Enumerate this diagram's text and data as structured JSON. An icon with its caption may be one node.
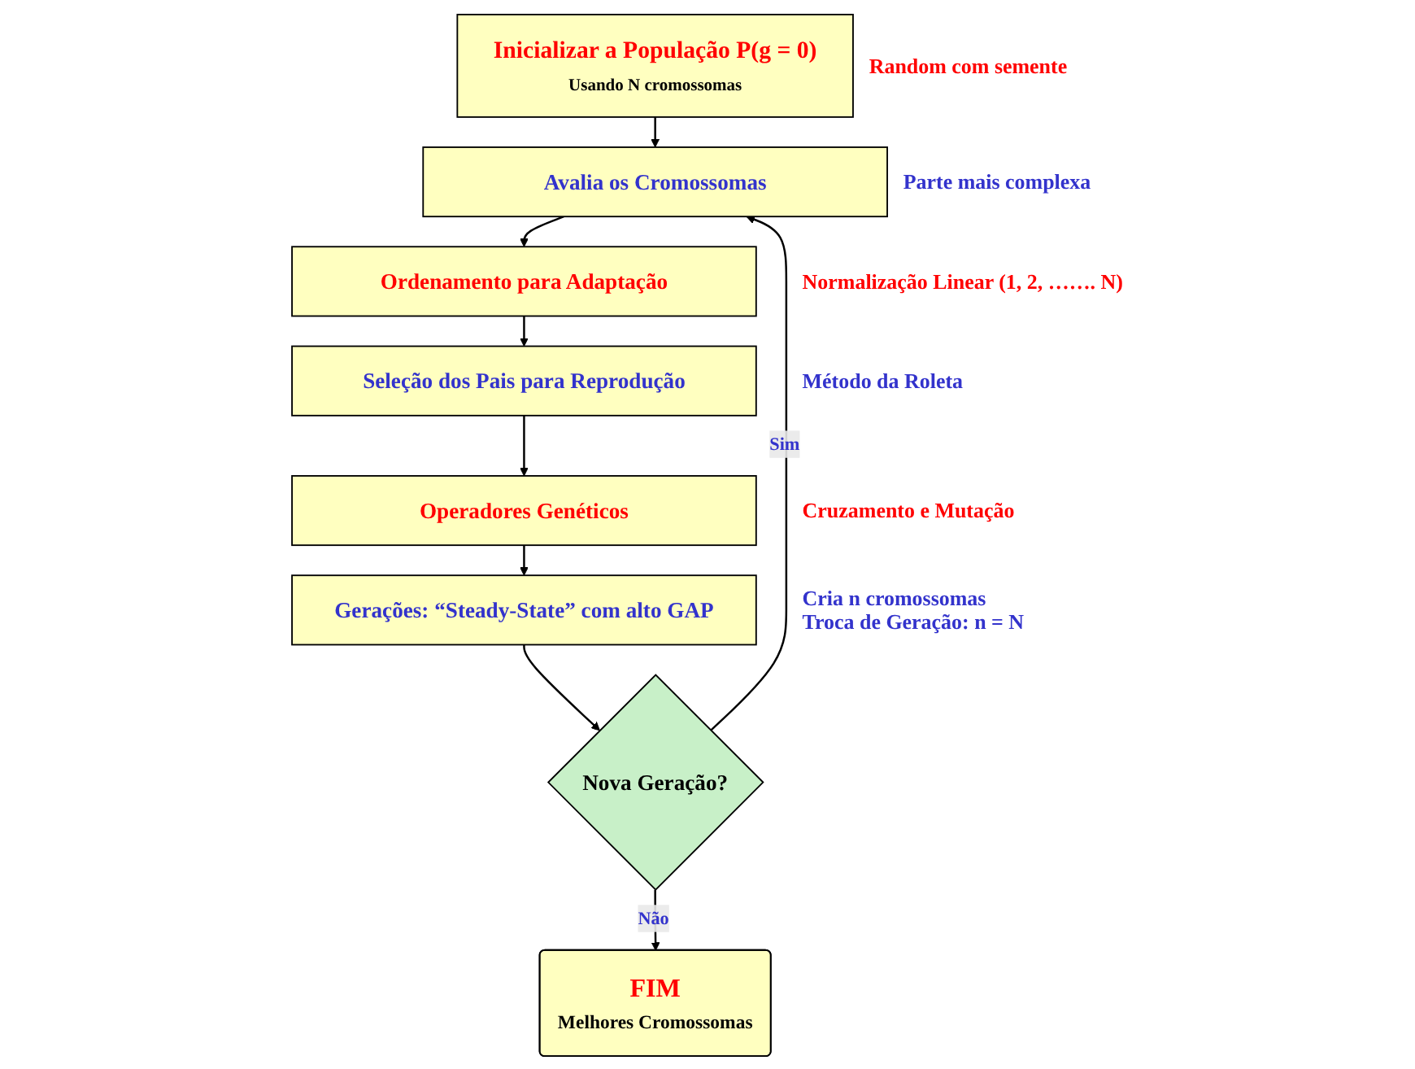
{
  "diagram": {
    "nodes": [
      {
        "text": [
          "Inicializar a População P(g = 0)",
          "Usando N cromossomas"
        ],
        "beside": [
          "Random com semente"
        ]
      },
      {
        "text": [
          "Avalia os Cromossomas"
        ],
        "beside": [
          "Parte mais complexa"
        ]
      },
      {
        "text": [
          "Ordenamento para Adaptação"
        ],
        "beside": [
          "Normalização Linear (1, 2, ……. N)"
        ]
      },
      {
        "text": [
          "Seleção dos Pais para Reprodução"
        ],
        "beside": [
          "Método da Roleta"
        ]
      },
      {
        "text": [
          "Operadores Genéticos"
        ],
        "beside": [
          "Cruzamento e Mutação"
        ]
      },
      {
        "text": [
          "Gerações: “Steady-State” com alto GAP"
        ],
        "beside": [
          "Cria n cromossomas",
          "Troca de Geração: n = N"
        ]
      },
      {
        "text": [
          "Nova Geração?"
        ]
      },
      {
        "text": [
          "FIM",
          "Melhores Cromossomas"
        ]
      }
    ],
    "edges": [
      {
        "from": 0,
        "to": 1,
        "arrow": "to"
      },
      {
        "from": 1,
        "to": 2,
        "arrow": "to"
      },
      {
        "from": 2,
        "to": 3,
        "arrow": "to"
      },
      {
        "from": 3,
        "to": 4,
        "arrow": "to"
      },
      {
        "from": 4,
        "to": 5,
        "arrow": "to"
      },
      {
        "from": 5,
        "to": 6,
        "arrow": "to"
      },
      {
        "from": 6,
        "to": 1,
        "label": "Sim",
        "arrow": "to"
      },
      {
        "from": 6,
        "to": 7,
        "label": "Não",
        "arrow": "to"
      }
    ]
  }
}
